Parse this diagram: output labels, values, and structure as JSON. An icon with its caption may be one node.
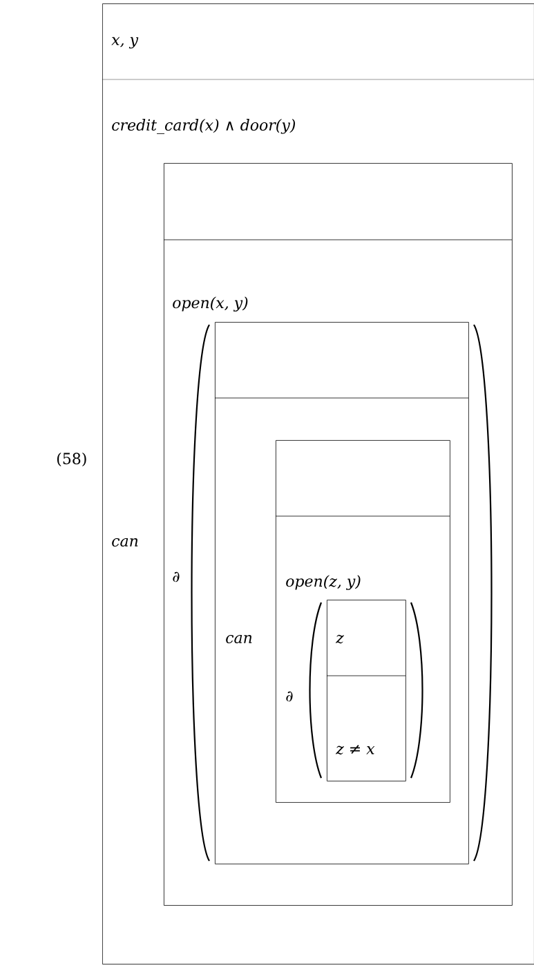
{
  "diagram": {
    "nodes": [
      {
        "text": [
          "x, y",
          "credit_card(x)  ∧  door(y)",
          "can"
        ]
      },
      {
        "text": [
          "open(x, y)",
          "∂"
        ],
        "in": 0
      },
      {
        "text": [
          "can"
        ],
        "in": 1
      },
      {
        "text": [
          "open(z, y)",
          "∂"
        ],
        "in": 2
      },
      {
        "text": [
          "z",
          "z ≠ x"
        ],
        "in": 3
      }
    ],
    "labels": [
      "(58)"
    ]
  }
}
